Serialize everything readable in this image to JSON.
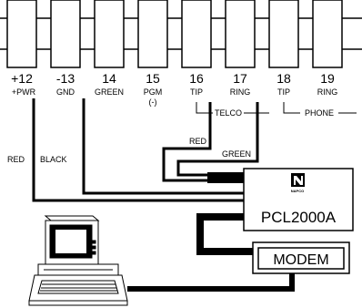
{
  "terminals": [
    {
      "number": "+12",
      "label": "+PWR",
      "sub": ""
    },
    {
      "number": "-13",
      "label": "GND",
      "sub": ""
    },
    {
      "number": "14",
      "label": "GREEN",
      "sub": ""
    },
    {
      "number": "15",
      "label": "PGM",
      "sub": "(-)"
    },
    {
      "number": "16",
      "label": "TIP",
      "sub": ""
    },
    {
      "number": "17",
      "label": "RING",
      "sub": ""
    },
    {
      "number": "18",
      "label": "TIP",
      "sub": ""
    },
    {
      "number": "19",
      "label": "RING",
      "sub": ""
    }
  ],
  "groups": {
    "telco": "TELCO",
    "phone": "PHONE"
  },
  "wires": {
    "red": "RED",
    "green": "GREEN",
    "left_red": "RED",
    "black": "BLACK"
  },
  "devices": {
    "logo_text": "NAPCO",
    "interface": "PCL2000A",
    "modem": "MODEM"
  }
}
